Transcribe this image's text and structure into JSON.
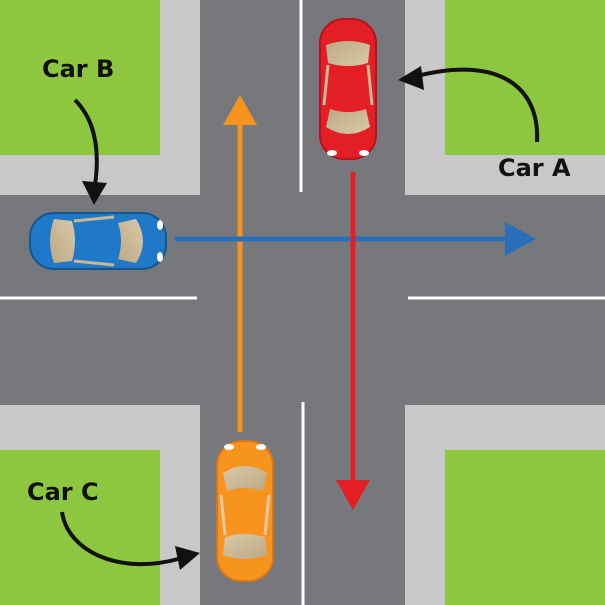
{
  "labels": {
    "car_a": "Car A",
    "car_b": "Car B",
    "car_c": "Car C"
  },
  "colors": {
    "grass": "#8dc63f",
    "sidewalk": "#c8c8c8",
    "road": "#77787b",
    "lane_marking": "#ffffff",
    "car_a": "#e31e24",
    "car_b": "#1f78c8",
    "car_c": "#f7941d",
    "car_a_path": "#e31e24",
    "car_b_path": "#2a6fb8",
    "car_c_path": "#f7941d",
    "pointer": "#111111"
  }
}
